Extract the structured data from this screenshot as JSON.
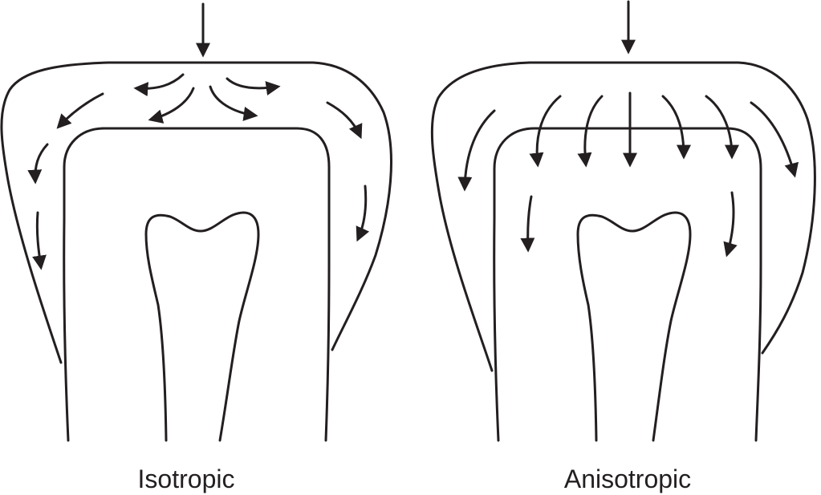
{
  "panels": [
    {
      "id": "left",
      "caption": "Isotropic"
    },
    {
      "id": "right",
      "caption": "Anisotropic"
    }
  ],
  "colors": {
    "ink": "#231f20",
    "background": "#ffffff"
  }
}
